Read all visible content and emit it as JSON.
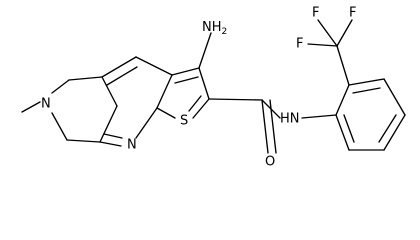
{
  "structure": {
    "atom_labels": {
      "amino": "NH",
      "amino_subscript": "2",
      "ring_n_methyl": "N",
      "pyridine_n": "N",
      "thiophene_s": "S",
      "amide_o": "O",
      "amide_nh": "HN",
      "f_top_left": "F",
      "f_top_right": "F",
      "f_left": "F"
    }
  }
}
